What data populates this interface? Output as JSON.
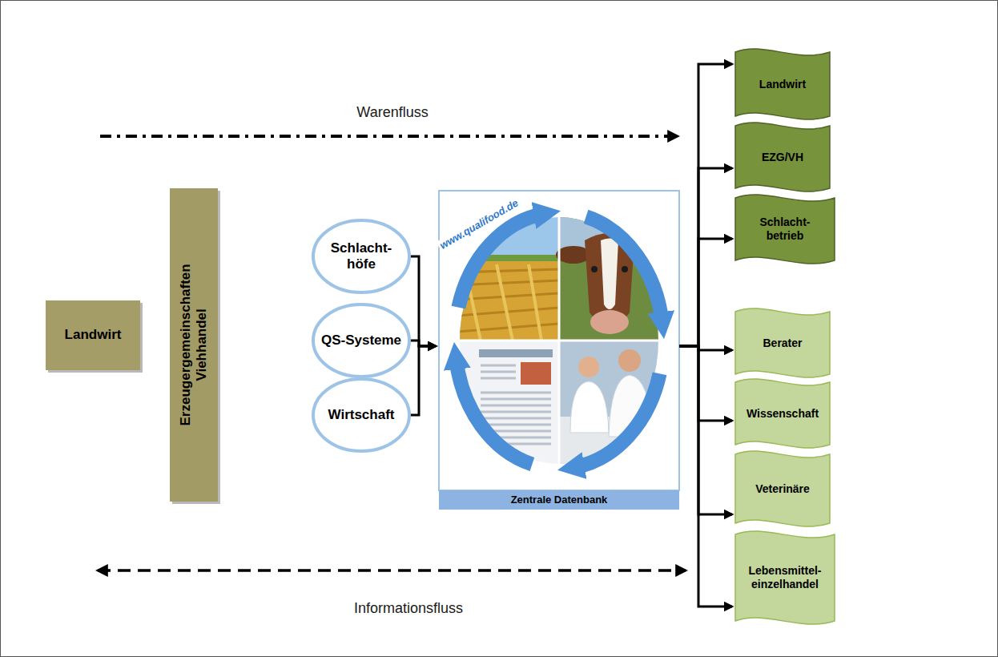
{
  "diagram": {
    "nodes": [
      {
        "text": [
          "Landwirt"
        ]
      },
      {
        "text": [
          "Erzeugergemeinschaften Viehhandel"
        ]
      },
      {
        "text": [
          "Schlacht- höfe"
        ]
      },
      {
        "text": [
          "QS-Systeme"
        ]
      },
      {
        "text": [
          "Wirtschaft"
        ]
      },
      {
        "text": [
          "www.qualifood.de",
          "Zentrale Datenbank"
        ]
      },
      {
        "text": [
          "Landwirt"
        ]
      },
      {
        "text": [
          "EZG/VH"
        ]
      },
      {
        "text": [
          "Schlacht- betrieb"
        ]
      },
      {
        "text": [
          "Berater"
        ]
      },
      {
        "text": [
          "Wissenschaft"
        ]
      },
      {
        "text": [
          "Veterinäre"
        ]
      },
      {
        "text": [
          "Lebensmittel- einzelhandel"
        ]
      }
    ],
    "edges": [
      {
        "from": 2,
        "to": 5,
        "arrow": "to"
      },
      {
        "from": 3,
        "to": 5,
        "arrow": "to"
      },
      {
        "from": 4,
        "to": 5,
        "arrow": "to"
      },
      {
        "from": 5,
        "to": 6,
        "arrow": "to"
      },
      {
        "from": 5,
        "to": 7,
        "arrow": "to"
      },
      {
        "from": 5,
        "to": 8,
        "arrow": "to"
      },
      {
        "from": 5,
        "to": 9,
        "arrow": "to"
      },
      {
        "from": 5,
        "to": 10,
        "arrow": "to"
      },
      {
        "from": 5,
        "to": 11,
        "arrow": "to"
      },
      {
        "from": 5,
        "to": 12,
        "arrow": "to"
      }
    ],
    "labels": [
      "Warenfluss",
      "Informationsfluss"
    ]
  }
}
